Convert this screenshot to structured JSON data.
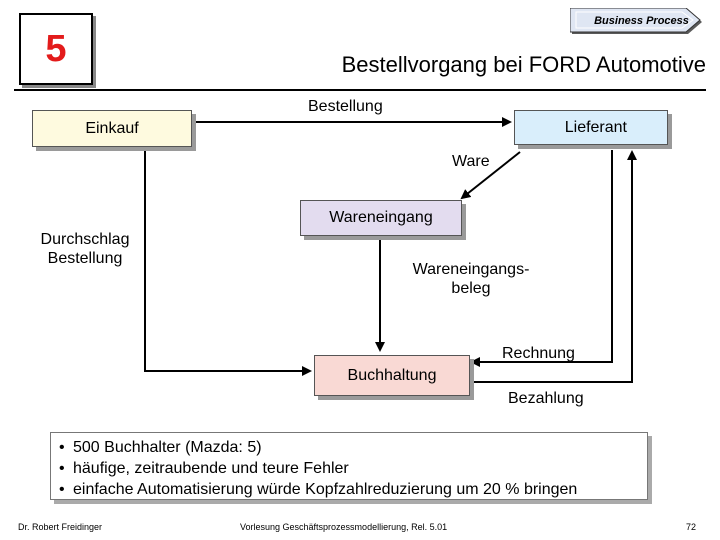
{
  "slide": {
    "chapter_number": "5",
    "badge_label": "Business Process",
    "title": "Bestellvorgang bei FORD Automotive"
  },
  "diagram": {
    "nodes": {
      "einkauf": "Einkauf",
      "lieferant": "Lieferant",
      "wareneingang": "Wareneingang",
      "buchhaltung": "Buchhaltung"
    },
    "edge_labels": {
      "bestellung": "Bestellung",
      "ware": "Ware",
      "durchschlag_1": "Durchschlag",
      "durchschlag_2": "Bestellung",
      "beleg_1": "Wareneingangs-",
      "beleg_2": "beleg",
      "rechnung": "Rechnung",
      "bezahlung": "Bezahlung"
    }
  },
  "notes": [
    "500 Buchhalter (Mazda: 5)",
    "häufige, zeitraubende und teure Fehler",
    "einfache Automatisierung würde Kopfzahlreduzierung um 20 % bringen"
  ],
  "footer": {
    "author": "Dr. Robert Freidinger",
    "course": "Vorlesung Geschäftsprozessmodellierung, Rel. 5.01",
    "page": "72"
  },
  "colors": {
    "chapter_number": "#e31b1b",
    "badge_fill": "#dfe6f3",
    "einkauf_fill": "#fefadf",
    "lieferant_fill": "#d9eefb",
    "wareneingang_fill": "#e3dcef",
    "buchhaltung_fill": "#f9d9d4"
  }
}
